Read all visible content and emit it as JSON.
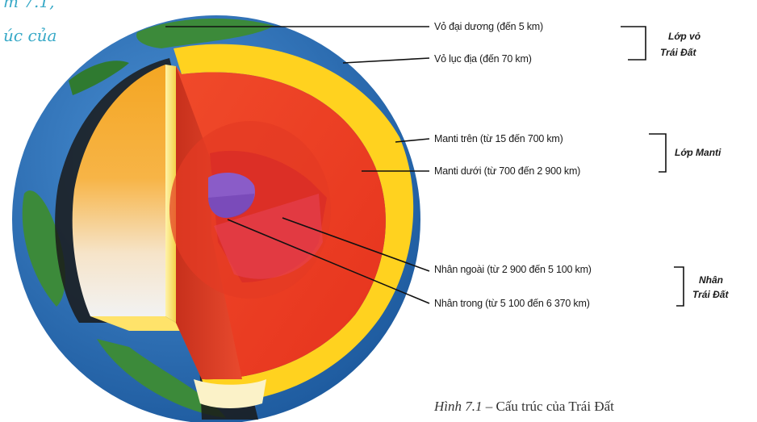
{
  "corner_text": [
    "m 7.1,",
    "úc của"
  ],
  "layers": [
    {
      "id": "ocean-crust",
      "label": "Vỏ đại dương (đến 5 km)"
    },
    {
      "id": "continental-crust",
      "label": "Vỏ lục địa (đến 70 km)"
    },
    {
      "id": "upper-mantle",
      "label": "Manti trên (từ 15 đến 700 km)"
    },
    {
      "id": "lower-mantle",
      "label": "Manti dưới (từ 700 đến 2 900 km)"
    },
    {
      "id": "outer-core",
      "label": "Nhân ngoài (từ 2 900 đến 5 100 km)"
    },
    {
      "id": "inner-core",
      "label": "Nhân trong (từ 5 100 đến 6 370 km)"
    }
  ],
  "groups": [
    {
      "id": "crust",
      "lines": [
        "Lớp vỏ",
        "Trái Đất"
      ]
    },
    {
      "id": "mantle",
      "lines": [
        "Lớp Manti"
      ]
    },
    {
      "id": "core",
      "lines": [
        "Nhân",
        "Trái Đất"
      ]
    }
  ],
  "caption": {
    "figure": "Hình 7.1",
    "text": " – Cấu trúc của Trái Đất"
  },
  "colors": {
    "ocean": "#2b6fb8",
    "land": "#3c8a3a",
    "crust": "#ffd21f",
    "mantle": "#ef3b22",
    "core": "#8a5cc8",
    "accent": "#38a9c7"
  }
}
